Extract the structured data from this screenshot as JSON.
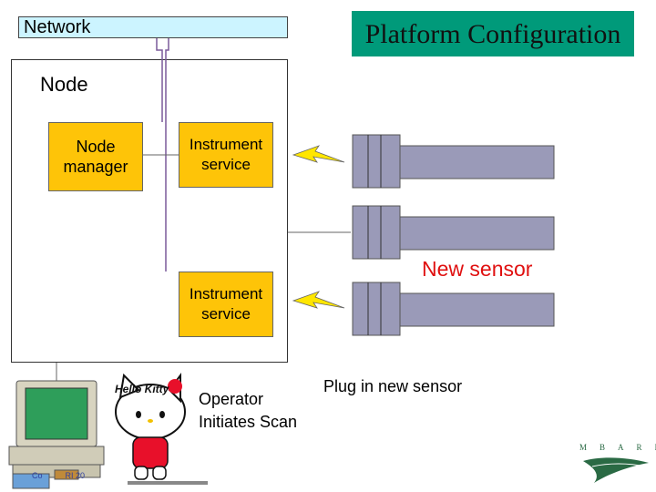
{
  "network": {
    "label": "Network"
  },
  "title": "Platform Configuration",
  "node": {
    "label": "Node",
    "manager": "Node\nmanager",
    "instrument_service_1": "Instrument\nservice",
    "instrument_service_2": "Instrument\nservice"
  },
  "sensors": {
    "new_label": "New sensor",
    "plug_label": "Plug in new sensor"
  },
  "operator": {
    "text": "Operator\nInitiates Scan"
  },
  "character": {
    "logo_text": "Hello Kitty"
  },
  "footer": {
    "copyright": "Co          RI 20"
  },
  "colors": {
    "network": "#ccf4ff",
    "title": "#009a7a",
    "box": "#fec408",
    "sensor": "#9a9ab8",
    "red": "#e01010",
    "logo": "#2a6a44"
  }
}
